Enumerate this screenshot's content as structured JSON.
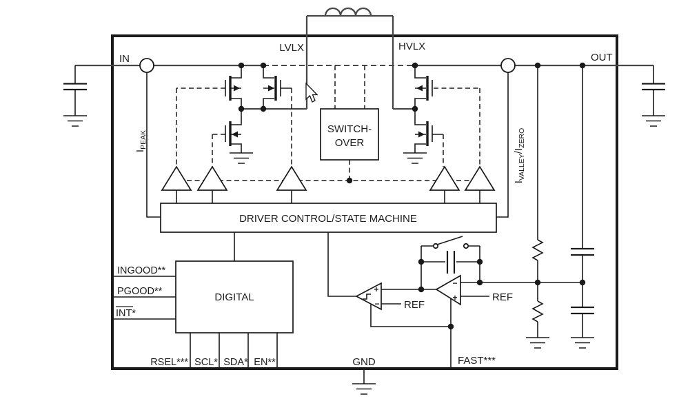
{
  "colors": {
    "line": "#1a1a1a",
    "rail": "#474747",
    "text": "#1d1d1d",
    "background": "#ffffff"
  },
  "pins": {
    "in": "IN",
    "out": "OUT",
    "lvlx": "LVLX",
    "hvlx": "HVLX",
    "gnd": "GND",
    "fast": "FAST***",
    "ingood": "INGOOD**",
    "pgood": "PGOOD**",
    "int": "INT*",
    "rsel": "RSEL***",
    "scl": "SCL*",
    "sda": "SDA*",
    "en": "EN**"
  },
  "blocks": {
    "switchover_line1": "SWITCH-",
    "switchover_line2": "OVER",
    "driver": "DRIVER CONTROL/STATE MACHINE",
    "digital": "DIGITAL"
  },
  "signals": {
    "ref_left": "REF",
    "ref_right": "REF",
    "plus": "+",
    "minus": "−",
    "ipeak": {
      "symbol": "I",
      "sub": "PEAK"
    },
    "ivalley_izero": {
      "i1": "I",
      "sub1": "VALLEY",
      "slash": "/",
      "i2": "I",
      "sub2": "ZERO"
    }
  }
}
